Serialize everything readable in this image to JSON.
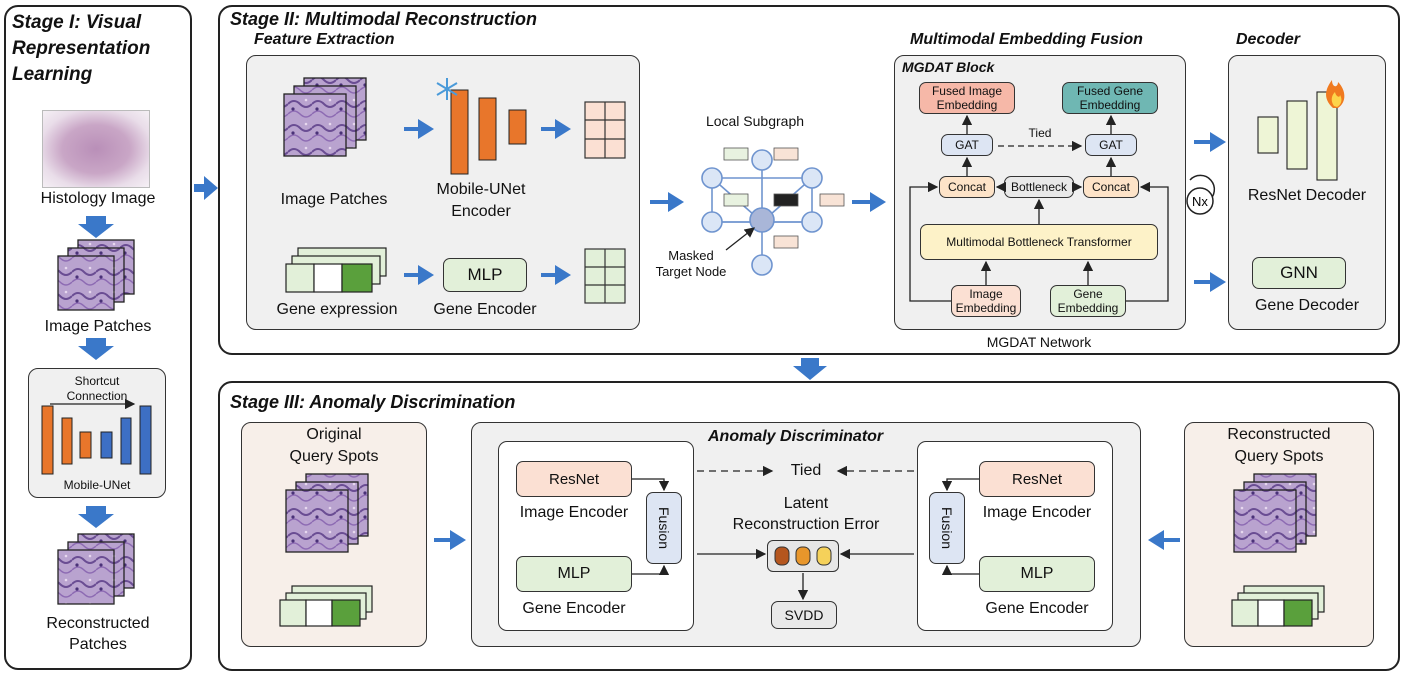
{
  "stage1": {
    "title_line1": "Stage I: Visual",
    "title_line2": "Representation",
    "title_line3": "Learning",
    "histology_label": "Histology Image",
    "patches_label": "Image Patches",
    "shortcut_line1": "Shortcut",
    "shortcut_line2": "Connection",
    "unet_label": "Mobile-UNet",
    "recon_line1": "Reconstructed",
    "recon_line2": "Patches"
  },
  "stage2": {
    "title": "Stage II: Multimodal Reconstruction",
    "feature_extraction": "Feature Extraction",
    "image_patches": "Image Patches",
    "encoder_line1": "Mobile-UNet",
    "encoder_line2": "Encoder",
    "gene_expression": "Gene expression",
    "mlp": "MLP",
    "gene_encoder": "Gene Encoder",
    "local_subgraph": "Local Subgraph",
    "masked_line1": "Masked",
    "masked_line2": "Target Node",
    "fusion_title": "Multimodal Embedding Fusion",
    "block_title": "MGDAT Block",
    "fused_image_line1": "Fused Image",
    "fused_image_line2": "Embedding",
    "fused_gene_line1": "Fused Gene",
    "fused_gene_line2": "Embedding",
    "gat": "GAT",
    "tied": "Tied",
    "concat": "Concat",
    "bottleneck": "Bottleneck",
    "transformer": "Multimodal Bottleneck Transformer",
    "image_emb_line1": "Image",
    "image_emb_line2": "Embedding",
    "gene_emb_line1": "Gene",
    "gene_emb_line2": "Embedding",
    "network": "MGDAT Network",
    "nx": "Nx",
    "decoder_title": "Decoder",
    "resnet_decoder": "ResNet Decoder",
    "gnn": "GNN",
    "gene_decoder": "Gene Decoder"
  },
  "stage3": {
    "title": "Stage III: Anomaly Discrimination",
    "orig_line1": "Original",
    "orig_line2": "Query Spots",
    "disc_title": "Anomaly Discriminator",
    "resnet": "ResNet",
    "image_encoder": "Image Encoder",
    "fusion": "Fusion",
    "mlp": "MLP",
    "gene_encoder": "Gene Encoder",
    "tied": "Tied",
    "latent_line1": "Latent",
    "latent_line2": "Reconstruction Error",
    "svdd": "SVDD",
    "recon_line1": "Reconstructed",
    "recon_line2": "Query Spots"
  },
  "colors": {
    "arrow": "#3a78c9",
    "orange": "#e8762b",
    "blue": "#3d6fc4",
    "peach": "#fbe0d3",
    "green_light": "#e2f0d9",
    "green_dark": "#5aa03c",
    "salmon": "#f6b8a8",
    "teal": "#6fb7b3",
    "yellow": "#fdf2c8"
  }
}
